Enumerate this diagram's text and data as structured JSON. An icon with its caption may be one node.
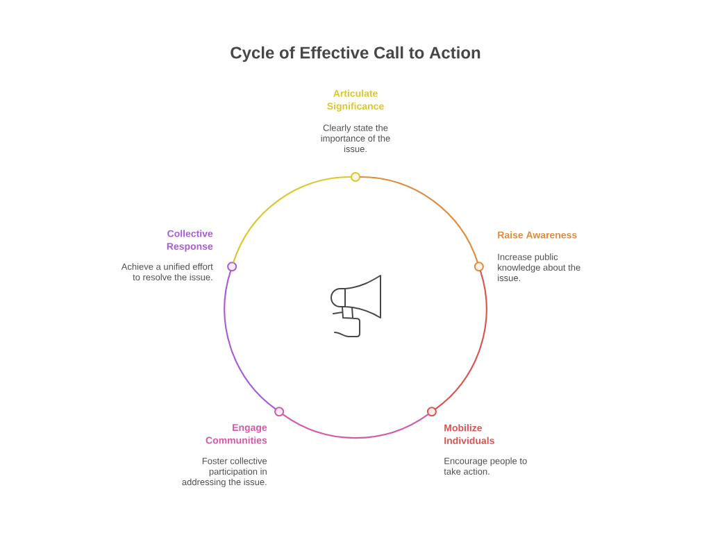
{
  "diagram": {
    "title": "Cycle of Effective Call to Action",
    "nodes": [
      {
        "text": [],
        "shape": "circle",
        "beside": [
          "Articulate Significance",
          "Clearly state the importance of the issue."
        ]
      },
      {
        "text": [],
        "shape": "circle",
        "beside": [
          "Raise Awareness",
          "Increase public knowledge about the issue."
        ]
      },
      {
        "text": [],
        "shape": "circle",
        "beside": [
          "Mobilize Individuals",
          "Encourage people to take action."
        ]
      },
      {
        "text": [],
        "shape": "circle",
        "beside": [
          "Engage Communities",
          "Foster collective participation in addressing the issue."
        ]
      },
      {
        "text": [],
        "shape": "circle",
        "beside": [
          "Collective Response",
          "Achieve a unified effort to resolve the issue."
        ]
      }
    ],
    "edges": [
      {
        "from": 0,
        "to": 1,
        "arrow": "none",
        "color": "#e08a3c"
      },
      {
        "from": 1,
        "to": 2,
        "arrow": "none",
        "color": "#d9534f"
      },
      {
        "from": 2,
        "to": 3,
        "arrow": "none",
        "color": "#d45aa5"
      },
      {
        "from": 3,
        "to": 4,
        "arrow": "none",
        "color": "#a95bd6"
      },
      {
        "from": 4,
        "to": 0,
        "arrow": "none",
        "color": "#dcc62a"
      }
    ]
  }
}
